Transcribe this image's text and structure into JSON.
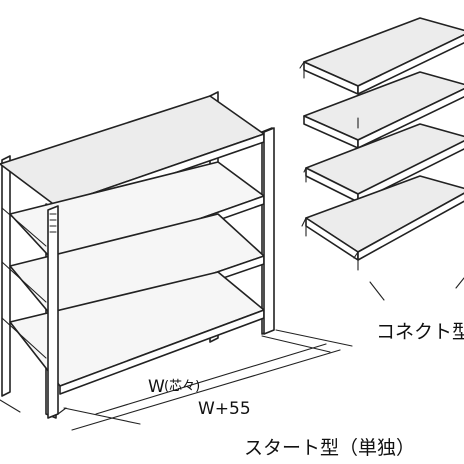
{
  "labels": {
    "width_center": "W",
    "width_center_note": "(芯々)",
    "width_overall": "W+55",
    "start_type": "スタート型（単独）",
    "connect_type": "コネクト型"
  }
}
